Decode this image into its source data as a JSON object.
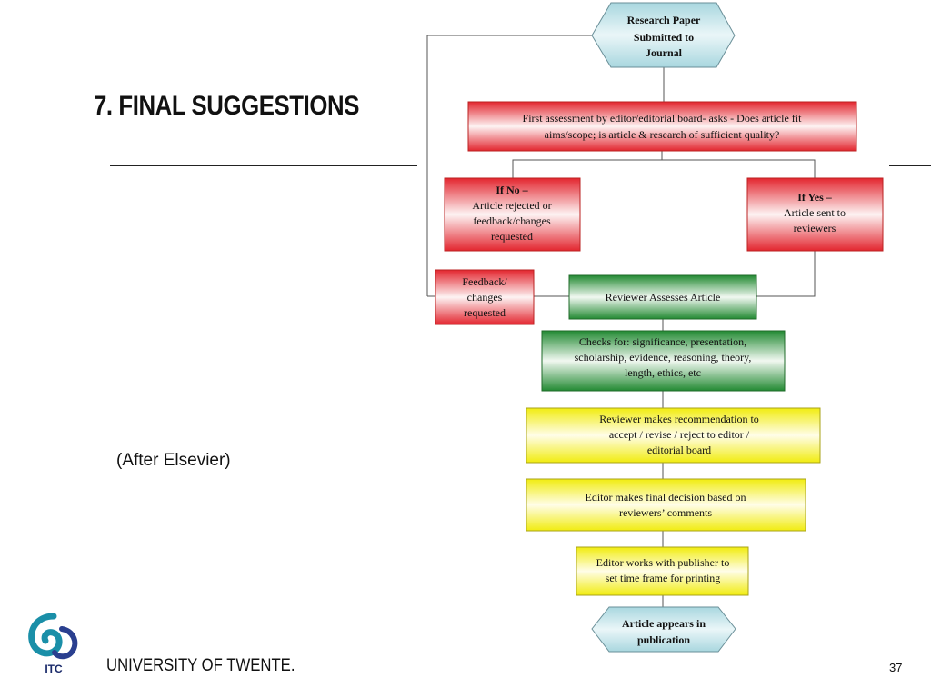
{
  "slide": {
    "title": "7. FINAL SUGGESTIONS",
    "caption": "(After Elsevier)",
    "page_number": "37"
  },
  "footer": {
    "university": "UNIVERSITY OF TWENTE.",
    "logo_text": "ITC"
  },
  "colors": {
    "red": "#e8323a",
    "green": "#2e8b3a",
    "yellow": "#f2ee1e",
    "blue": "#bfe0e6"
  },
  "flowchart": {
    "start": [
      "Research Paper",
      "Submitted to",
      "Journal"
    ],
    "assessment": [
      "First assessment by editor/editorial board- asks - Does article fit",
      "aims/scope; is article & research of sufficient quality?"
    ],
    "if_no": [
      "If No –",
      "Article rejected or",
      "feedback/changes",
      "requested"
    ],
    "if_yes": [
      "If Yes –",
      "Article sent to",
      "reviewers"
    ],
    "feedback": [
      "Feedback/",
      "changes",
      "requested"
    ],
    "reviewer": [
      "Reviewer Assesses Article"
    ],
    "checks": [
      "Checks for: significance, presentation,",
      "scholarship, evidence, reasoning, theory,",
      "length, ethics, etc"
    ],
    "recommend": [
      "Reviewer makes recommendation to",
      "accept / revise / reject to editor /",
      "editorial board"
    ],
    "decision": [
      "Editor makes final decision based on",
      "reviewers’ comments"
    ],
    "publisher": [
      "Editor works with publisher to",
      "set time frame for printing"
    ],
    "end": [
      "Article appears in",
      "publication"
    ]
  }
}
